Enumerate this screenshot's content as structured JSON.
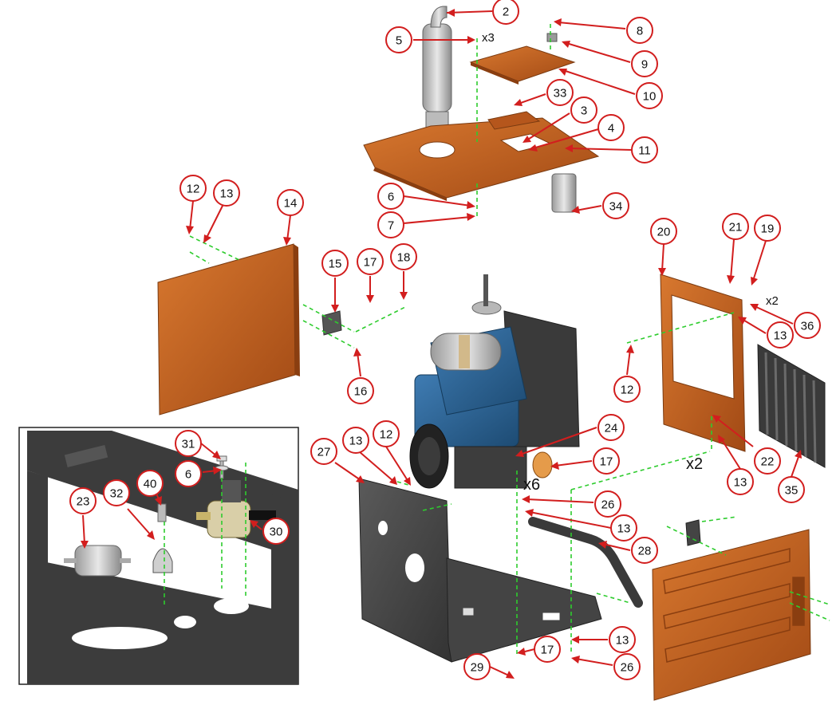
{
  "callouts": [
    {
      "id": "c2",
      "label": "2"
    },
    {
      "id": "c5",
      "label": "5"
    },
    {
      "id": "c8",
      "label": "8"
    },
    {
      "id": "c9",
      "label": "9"
    },
    {
      "id": "c10",
      "label": "10"
    },
    {
      "id": "c33",
      "label": "33"
    },
    {
      "id": "c3",
      "label": "3"
    },
    {
      "id": "c4",
      "label": "4"
    },
    {
      "id": "c11",
      "label": "11"
    },
    {
      "id": "c6a",
      "label": "6"
    },
    {
      "id": "c7",
      "label": "7"
    },
    {
      "id": "c34",
      "label": "34"
    },
    {
      "id": "c12a",
      "label": "12"
    },
    {
      "id": "c13a",
      "label": "13"
    },
    {
      "id": "c14",
      "label": "14"
    },
    {
      "id": "c15",
      "label": "15"
    },
    {
      "id": "c17a",
      "label": "17"
    },
    {
      "id": "c18",
      "label": "18"
    },
    {
      "id": "c16",
      "label": "16"
    },
    {
      "id": "c20",
      "label": "20"
    },
    {
      "id": "c21",
      "label": "21"
    },
    {
      "id": "c19",
      "label": "19"
    },
    {
      "id": "c36",
      "label": "36"
    },
    {
      "id": "c13b",
      "label": "13"
    },
    {
      "id": "c12b",
      "label": "12"
    },
    {
      "id": "c22",
      "label": "22"
    },
    {
      "id": "c13c",
      "label": "13"
    },
    {
      "id": "c35",
      "label": "35"
    },
    {
      "id": "c24",
      "label": "24"
    },
    {
      "id": "c17b",
      "label": "17"
    },
    {
      "id": "c27",
      "label": "27"
    },
    {
      "id": "c13d",
      "label": "13"
    },
    {
      "id": "c12c",
      "label": "12"
    },
    {
      "id": "c26a",
      "label": "26"
    },
    {
      "id": "c13e",
      "label": "13"
    },
    {
      "id": "c28",
      "label": "28"
    },
    {
      "id": "c13f",
      "label": "13"
    },
    {
      "id": "c26b",
      "label": "26"
    },
    {
      "id": "c17c",
      "label": "17"
    },
    {
      "id": "c29",
      "label": "29"
    },
    {
      "id": "c31",
      "label": "31"
    },
    {
      "id": "c6b",
      "label": "6"
    },
    {
      "id": "c40",
      "label": "40"
    },
    {
      "id": "c23",
      "label": "23"
    },
    {
      "id": "c32",
      "label": "32"
    },
    {
      "id": "c30",
      "label": "30"
    }
  ],
  "multipliers": {
    "x3": "x3",
    "x2_top": "x2",
    "x2_right": "x2",
    "x6": "x6"
  },
  "colors": {
    "panel_orange": "#b5561c",
    "panel_orange_light": "#d2732e",
    "frame_dark": "#4a4a4a",
    "engine_blue": "#2a5f8f",
    "callout_red": "#d21e1e",
    "hardware_green": "#2ecc2e"
  }
}
